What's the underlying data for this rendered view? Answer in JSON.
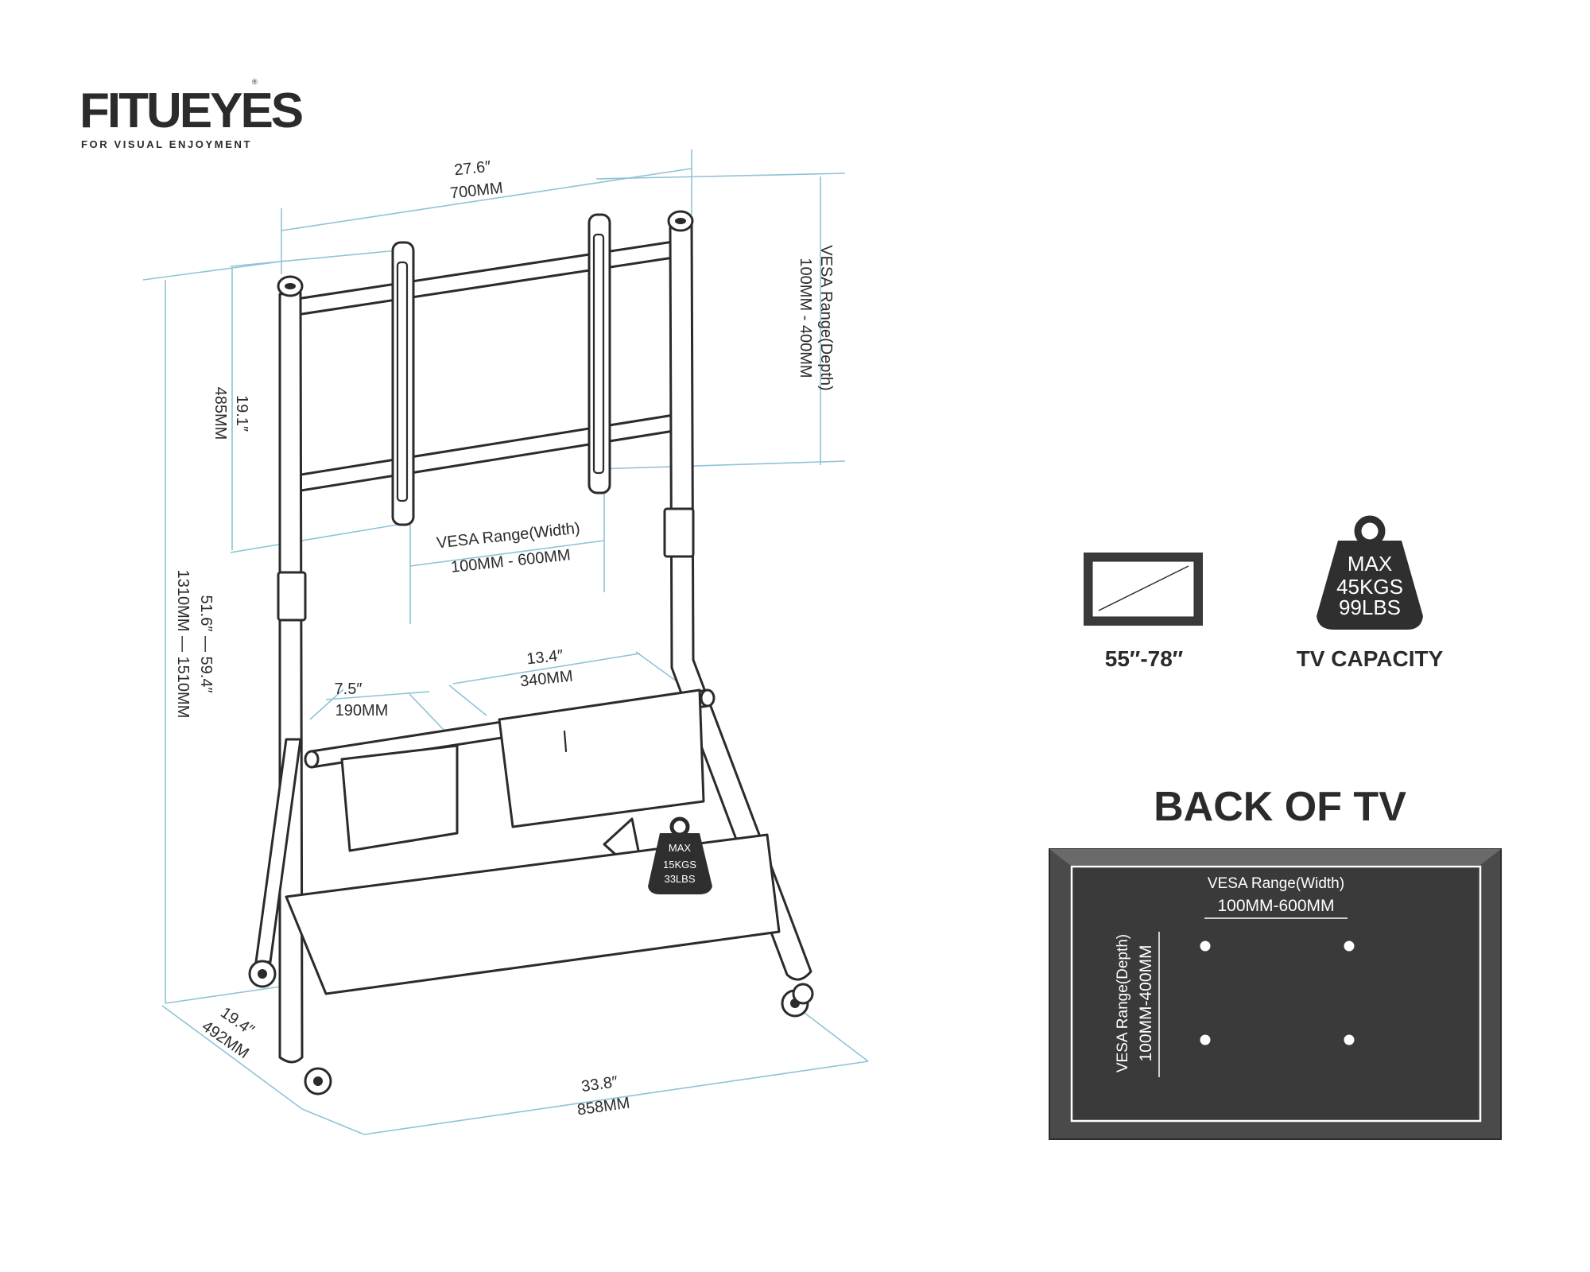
{
  "brand": {
    "name": "FITUEYES",
    "tagline": "FOR VISUAL ENJOYMENT",
    "registered_mark": "®"
  },
  "dimensions": {
    "top_width_in": "27.6″",
    "top_width_mm": "700MM",
    "vesa_depth_label": "VESA Range(Depth)",
    "vesa_depth_range": "100MM - 400MM",
    "mount_height_in": "19.1″",
    "mount_height_mm": "485MM",
    "vesa_width_label": "VESA Range(Width)",
    "vesa_width_range": "100MM - 600MM",
    "total_height_in": "51.6″ — 59.4″",
    "total_height_mm": "1310MM — 1510MM",
    "basket_small_in": "7.5″",
    "basket_small_mm": "190MM",
    "basket_large_in": "13.4″",
    "basket_large_mm": "340MM",
    "base_depth_in": "19.4″",
    "base_depth_mm": "492MM",
    "base_width_in": "33.8″",
    "base_width_mm": "858MM"
  },
  "shelf_capacity": {
    "line1": "MAX",
    "line2": "15KGS",
    "line3": "33LBS"
  },
  "tv_size": {
    "label": "55″-78″",
    "icon": "tv-screen-icon"
  },
  "tv_capacity": {
    "line1": "MAX",
    "line2": "45KGS",
    "line3": "99LBS",
    "label": "TV CAPACITY",
    "icon": "weight-icon"
  },
  "back_of_tv": {
    "title": "BACK OF TV",
    "width_label": "VESA Range(Width)",
    "width_range": "100MM-600MM",
    "depth_label": "VESA Range(Depth)",
    "depth_range": "100MM-400MM"
  },
  "colors": {
    "ink": "#2b2b2b",
    "dimension_line": "#8fc3d6",
    "panel_dark": "#3a3a3a"
  }
}
